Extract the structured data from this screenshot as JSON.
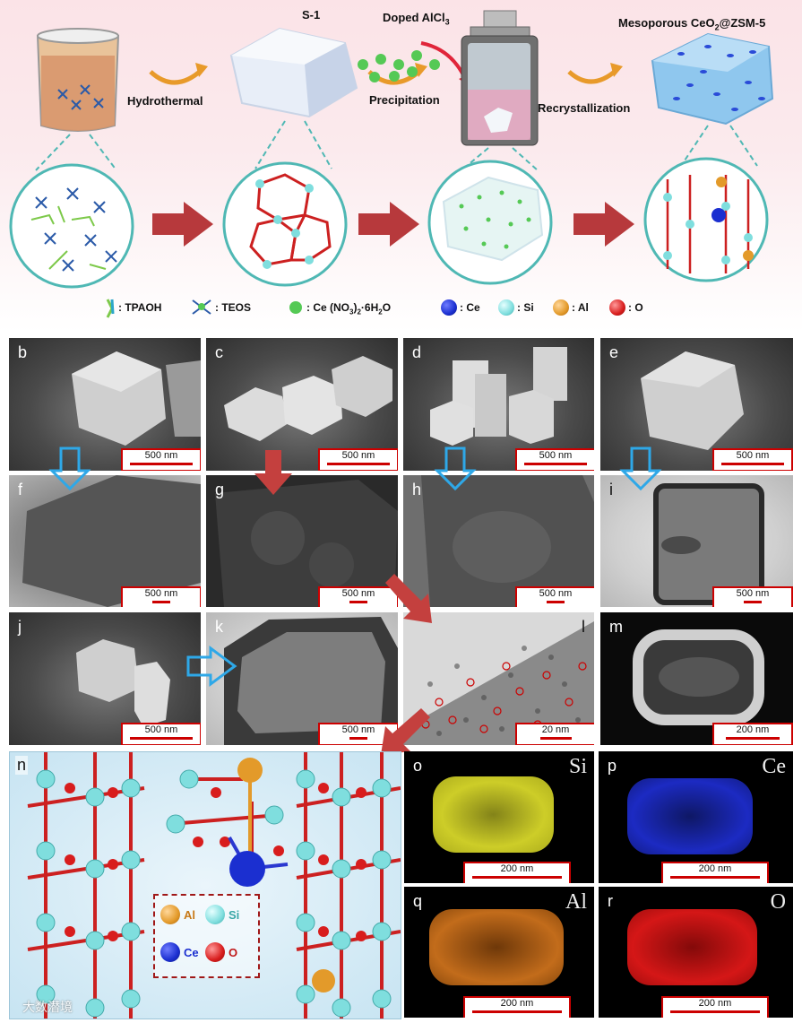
{
  "scheme": {
    "labels": {
      "s1": "S-1",
      "doped": "Doped AlCl",
      "doped_sub": "3",
      "product": "Mesoporous CeO",
      "product_sub": "2",
      "product_tail": "@ZSM-5",
      "hydrothermal": "Hydrothermal",
      "precipitation": "Precipitation",
      "recrystallization": "Recrystallization"
    },
    "legend": {
      "tpaoh": ": TPAOH",
      "teos": ": TEOS",
      "ce_salt_a": ": Ce (NO",
      "ce_salt_sub1": "3",
      "ce_salt_b": ")",
      "ce_salt_sub2": "2",
      "ce_salt_c": "·6H",
      "ce_salt_sub3": "2",
      "ce_salt_d": "O",
      "ce": ": Ce",
      "si": ": Si",
      "al": ": Al",
      "o": ": O"
    },
    "colors": {
      "ce": "#1b2fd0",
      "si": "#7fdede",
      "al": "#e39a2a",
      "o": "#d81d1d",
      "ce_salt": "#55c955",
      "arrow": "#b7393c"
    }
  },
  "panels": {
    "b": {
      "label": "b",
      "scale": "500 nm"
    },
    "c": {
      "label": "c",
      "scale": "500 nm"
    },
    "d": {
      "label": "d",
      "scale": "500 nm"
    },
    "e": {
      "label": "e",
      "scale": "500 nm"
    },
    "f": {
      "label": "f",
      "scale": "500 nm"
    },
    "g": {
      "label": "g",
      "scale": "500 nm"
    },
    "h": {
      "label": "h",
      "scale": "500 nm"
    },
    "i": {
      "label": "i",
      "scale": "500 nm"
    },
    "j": {
      "label": "j",
      "scale": "500 nm"
    },
    "k": {
      "label": "k",
      "scale": "500 nm"
    },
    "l": {
      "label": "l",
      "scale": "20 nm"
    },
    "m": {
      "label": "m",
      "scale": "200 nm"
    },
    "n": {
      "label": "n"
    },
    "o": {
      "label": "o",
      "scale": "200 nm",
      "element": "Si",
      "color": "#d8d82a"
    },
    "p": {
      "label": "p",
      "scale": "200 nm",
      "element": "Ce",
      "color": "#1f2fd8"
    },
    "q": {
      "label": "q",
      "scale": "200 nm",
      "element": "Al",
      "color": "#d8781e"
    },
    "r": {
      "label": "r",
      "scale": "200 nm",
      "element": "O",
      "color": "#e01818"
    }
  },
  "model_legend": {
    "al": "Al",
    "si": "Si",
    "ce": "Ce",
    "o": "O"
  },
  "watermark": "大数潜境"
}
